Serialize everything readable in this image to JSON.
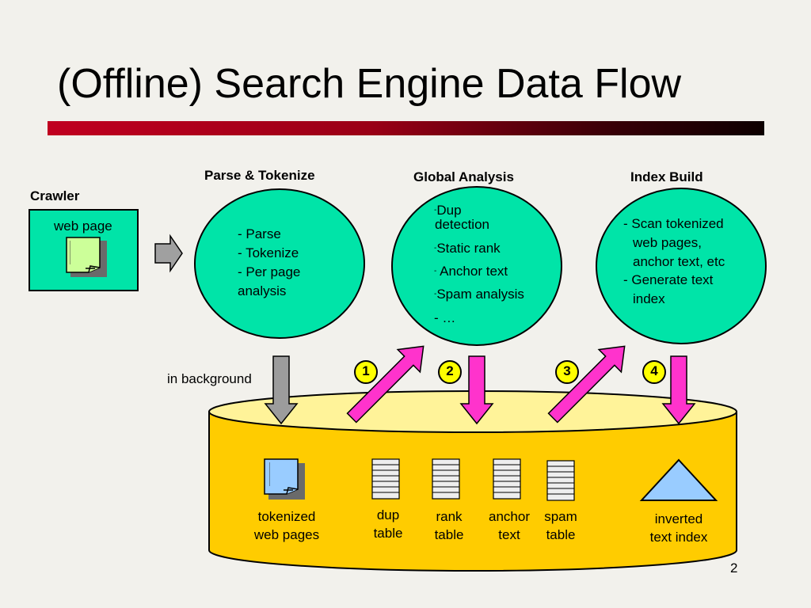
{
  "slide": {
    "title": "(Offline) Search Engine Data Flow",
    "page_number": "2"
  },
  "crawler": {
    "heading": "Crawler",
    "box_label": "web page"
  },
  "stages": [
    {
      "heading": "Parse & Tokenize",
      "lines": [
        "- Parse",
        "- Tokenize",
        "- Per page",
        "analysis"
      ]
    },
    {
      "heading": "Global Analysis",
      "lines": [
        "Dup",
        "detection",
        "Static rank",
        "Anchor text",
        "Spam analysis",
        "- …"
      ]
    },
    {
      "heading": "Index Build",
      "lines": [
        "- Scan tokenized",
        "web pages,",
        "anchor text, etc",
        "- Generate text",
        "index"
      ]
    }
  ],
  "flow": {
    "background_label": "in background",
    "steps": [
      "1",
      "2",
      "3",
      "4"
    ]
  },
  "store": {
    "items": [
      {
        "line1": "tokenized",
        "line2": "web pages"
      },
      {
        "line1": "dup",
        "line2": "table"
      },
      {
        "line1": "rank",
        "line2": "table"
      },
      {
        "line1": "anchor",
        "line2": "text"
      },
      {
        "line1": "spam",
        "line2": "table"
      },
      {
        "line1": "inverted",
        "line2": "text index"
      }
    ]
  },
  "colors": {
    "stage_fill": "#00e4a8",
    "crawler_fill": "#00e4a8",
    "store_fill": "#ffcc00",
    "store_top": "#fff399",
    "arrow_magenta": "#ff33cc",
    "arrow_gray": "#9c9c9c",
    "step_badge": "#ffff00",
    "document_icon": "#ccff99",
    "tokenized_icon": "#99ccff",
    "index_triangle": "#99ccff"
  }
}
